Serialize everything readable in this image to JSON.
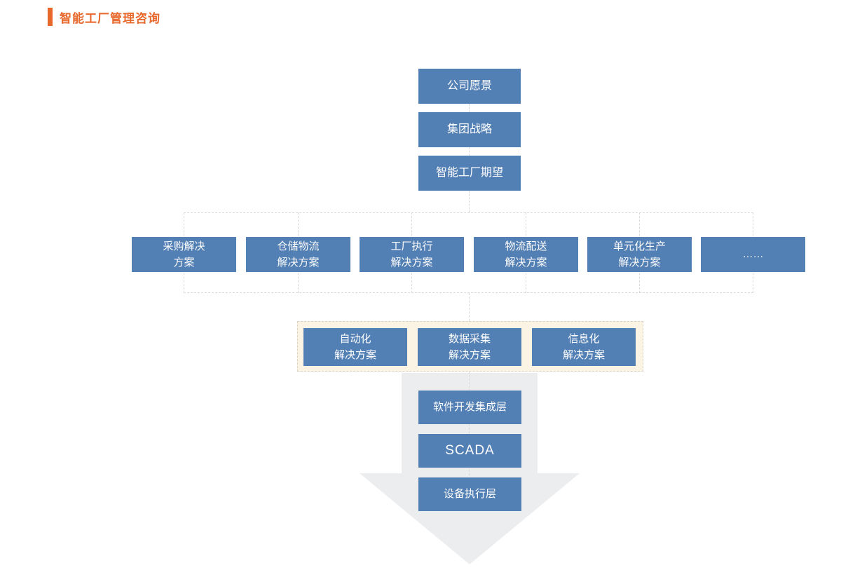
{
  "title": {
    "text": "智能工厂管理咨询"
  },
  "colors": {
    "accent_orange": "#e8682c",
    "node_blue": "#527fb4",
    "arrow_gray": "#ecedef",
    "container_cream": "#fbf4e5",
    "dotted_line_gray": "#d9d9d9"
  },
  "strategy_chain": {
    "items": [
      "公司愿景",
      "集团战略",
      "智能工厂期望"
    ]
  },
  "solution_row": {
    "items": [
      "采购解决\n方案",
      "仓储物流\n解决方案",
      "工厂执行\n解决方案",
      "物流配送\n解决方案",
      "单元化生产\n解决方案",
      "……"
    ]
  },
  "tech_row": {
    "items": [
      "自动化\n解决方案",
      "数据采集\n解决方案",
      "信息化\n解决方案"
    ]
  },
  "arrow_stack": {
    "items": [
      "软件开发集成层",
      "SCADA",
      "设备执行层"
    ]
  }
}
